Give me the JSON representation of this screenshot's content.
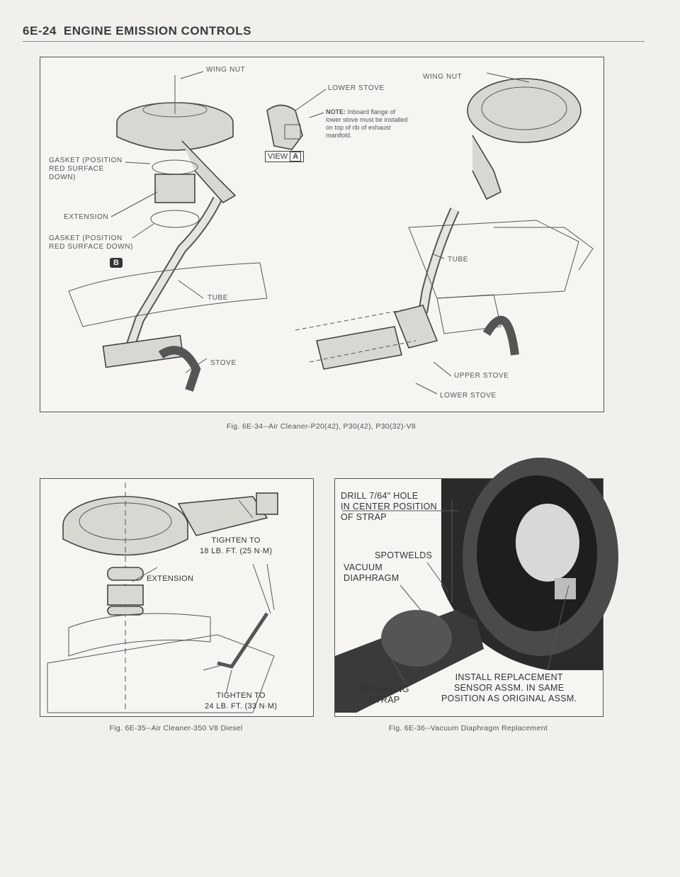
{
  "header": {
    "section": "6E-24",
    "title": "ENGINE EMISSION CONTROLS"
  },
  "fig34": {
    "labels": {
      "wing_nut_left": "WING NUT",
      "lower_stove_top": "LOWER STOVE",
      "wing_nut_right": "WING NUT",
      "note_prefix": "NOTE:",
      "note_text": "Inboard flange of lower stove must be installed on top of rib of exhaust manifold.",
      "view_word": "VIEW",
      "view_a": "A",
      "gasket_top": "GASKET (POSITION\nRED SURFACE\nDOWN)",
      "extension": "EXTENSION",
      "gasket_bottom": "GASKET (POSITION\nRED SURFACE DOWN)",
      "view_b": "B",
      "tube_left": "TUBE",
      "tube_right": "TUBE",
      "stove": "STOVE",
      "upper_stove": "UPPER STOVE",
      "lower_stove_bottom": "LOWER STOVE"
    },
    "caption": "Fig. 6E-34--Air Cleaner-P20(42), P30(42), P30(32)-V8"
  },
  "fig35": {
    "labels": {
      "tighten_top": "TIGHTEN TO\n18 LB. FT. (25 N·m)",
      "extension": "EXTENSION",
      "tighten_bottom": "TIGHTEN TO\n24 LB. FT. (33 N·m)"
    },
    "caption": "Fig. 6E-35--Air Cleaner-350 V8 Diesel"
  },
  "fig36": {
    "labels": {
      "drill": "DRILL 7/64\" HOLE\nIN CENTER POSITION\nOF STRAP",
      "spotwelds": "SPOTWELDS",
      "vacuum": "VACUUM\nDIAPHRAGM",
      "retaining": "RETAINING\nSTRAP",
      "install": "INSTALL REPLACEMENT\nSENSOR ASSM. IN SAME\nPOSITION AS ORIGINAL ASSM."
    },
    "caption": "Fig. 6E-36--Vacuum Diaphragm Replacement"
  }
}
